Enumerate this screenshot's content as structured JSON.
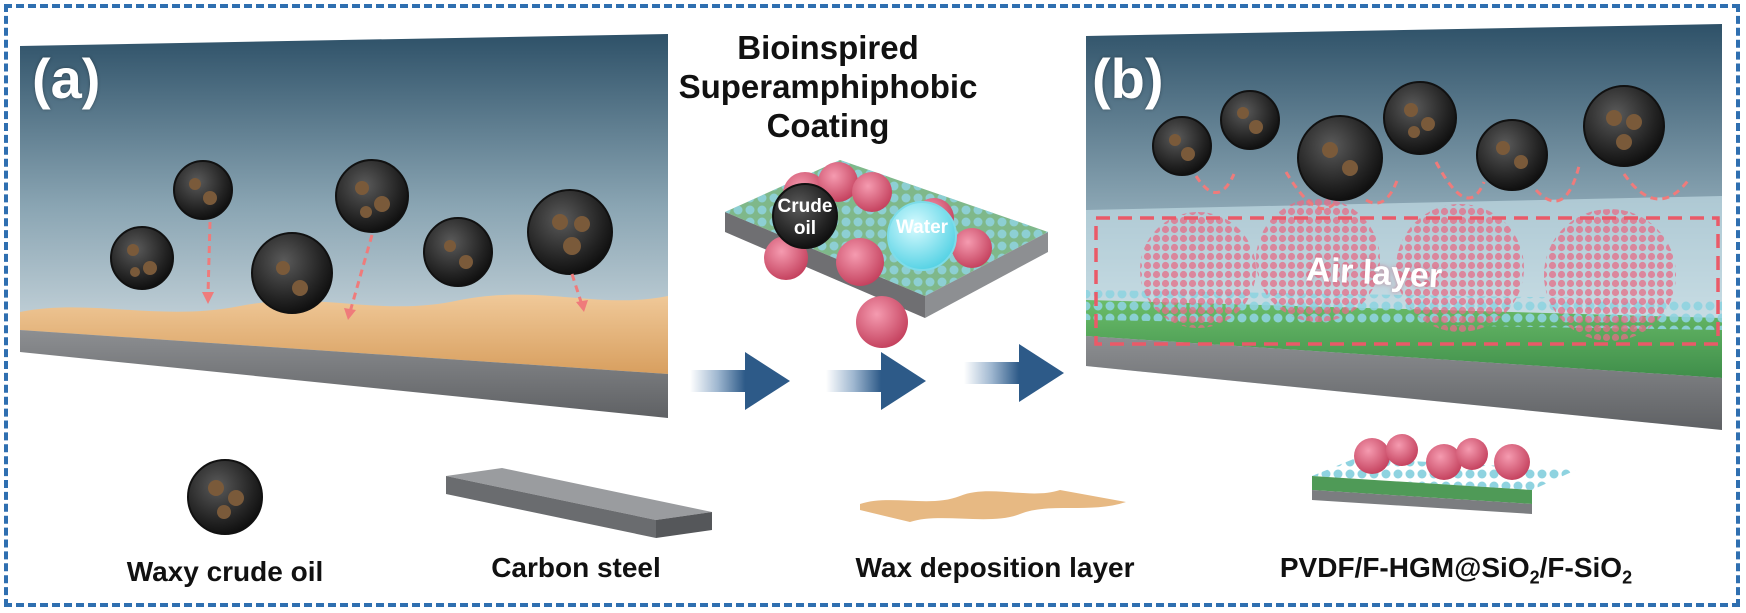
{
  "figure": {
    "panel_a_label": "(a)",
    "panel_b_label": "(b)",
    "center_title_lines": [
      "Bioinspired",
      "Superamphiphobic",
      "Coating"
    ],
    "inset_droplet_oil_lines": [
      "Crude",
      "oil"
    ],
    "inset_droplet_water": "Water",
    "air_layer_label": "Air layer",
    "colors": {
      "border": "#2f6fb0",
      "sky_top": "#2e5168",
      "wax": "#e3b27a",
      "steel": "#7b7d80",
      "pink_particles": "#d9556f",
      "blue_particles": "#6cc3d5",
      "arrow_dash": "#ef7b7b",
      "process_arrow": "#2d5a88"
    }
  },
  "legend": {
    "waxy_crude_oil": "Waxy crude oil",
    "carbon_steel": "Carbon steel",
    "wax_deposition_layer": "Wax deposition layer",
    "coating": {
      "part1": "PVDF/F-HGM@SiO",
      "sub1": "2",
      "part2": "/F-SiO",
      "sub2": "2"
    }
  }
}
